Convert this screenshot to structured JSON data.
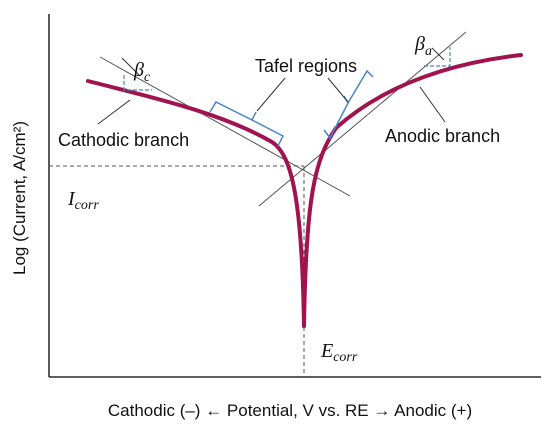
{
  "labels": {
    "y_axis": "Log (Current, A/cm²)",
    "x_axis": "Cathodic (–) ← Potential, V vs. RE → Anodic (+)",
    "tafel_regions": "Tafel regions",
    "cathodic_branch": "Cathodic branch",
    "anodic_branch": "Anodic branch"
  },
  "symbols": {
    "beta_c": {
      "main": "β",
      "sub": "c"
    },
    "beta_a": {
      "main": "β",
      "sub": "a"
    },
    "i_corr": {
      "main": "I",
      "sub": "corr"
    },
    "e_corr": {
      "main": "E",
      "sub": "corr"
    }
  },
  "colors": {
    "curve": "#A0134F",
    "tafel_line": "#555555",
    "bracket": "#4A86C8",
    "slope_triangle": "#4A86C8",
    "axes": "#000000",
    "dashed_guide": "#555555"
  }
}
